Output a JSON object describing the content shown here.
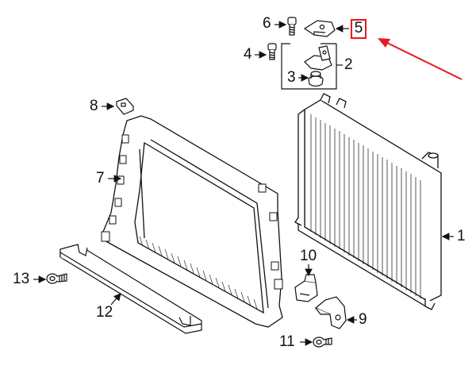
{
  "callouts": {
    "c1": "1",
    "c2": "2",
    "c3": "3",
    "c4": "4",
    "c5": "5",
    "c6": "6",
    "c7": "7",
    "c8": "8",
    "c9": "9",
    "c10": "10",
    "c11": "11",
    "c12": "12",
    "c13": "13"
  },
  "highlight": {
    "part": "5",
    "color": "#e8191e"
  }
}
